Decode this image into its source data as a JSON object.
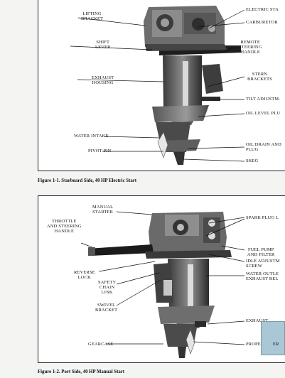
{
  "figure1": {
    "caption": "Figure 1-1. Starboard Side, 40 HP Electric Start",
    "labels": {
      "lifting_bracket": "LIFTING\nBRACKET",
      "shift_lever": "SHIFT\nLEVER",
      "exhaust_housing": "EXHAUST\nHOUSING",
      "water_intake": "WATER INTAKE",
      "pivot_pin": "PIVOT PIN",
      "electric_start": "ELECTRIC STA",
      "carburetor": "CARBURETOR",
      "remote_steering_handle": "REMOTE\nSTEERING\nHANDLE",
      "stern_brackets": "STERN\nBRACKETS",
      "tilt_adjustment": "TILT ADJUSTM.",
      "oil_level_plug": "OIL LEVEL PLU",
      "oil_drain_plug": "OIL DRAIN AND\nPLUG",
      "skeg": "SKEG"
    }
  },
  "figure2": {
    "caption": "Figure 1-2. Port Side, 40 HP Manual Start",
    "labels": {
      "manual_starter": "MANUAL\nSTARTER",
      "throttle_steering_handle": "THROTTLE\nAND STEERING\nHANDLE",
      "reverse_lock": "REVERSE\nLOCK",
      "safety_chain_link": "SAFETY\nCHAIN\nLINK",
      "swivel_bracket": "SWIVEL\nBRACKET",
      "gearcase": "GEARCASE",
      "spark_plug": "SPARK PLUG L",
      "fuel_pump_filter": "FUEL PUMP\nAND FILTER",
      "idle_adjustment_screw": "IDLE ADJUSTM\nSCREW",
      "water_outlet_exhaust": "WATER OUTLE\nEXHAUST REL",
      "exhaust": "EXHAUST",
      "propeller": "PROPEL",
      "propeller_end": "ER"
    }
  }
}
